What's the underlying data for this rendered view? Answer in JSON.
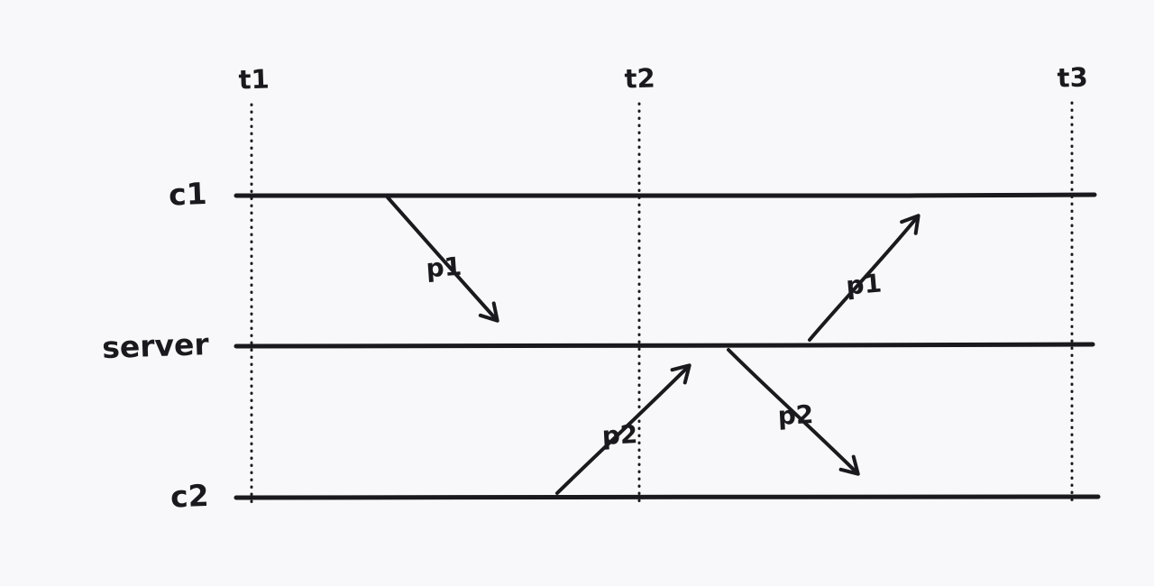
{
  "theme": {
    "background": "#f8f8fa",
    "ink": "#1a1a1e"
  },
  "diagram": {
    "time_markers": [
      {
        "label": "t1"
      },
      {
        "label": "t2"
      },
      {
        "label": "t3"
      }
    ],
    "timelines": [
      {
        "label": "c1"
      },
      {
        "label": "server"
      },
      {
        "label": "c2"
      }
    ],
    "messages": [
      {
        "label": "p1",
        "from": "c1",
        "to": "server"
      },
      {
        "label": "p2",
        "from": "c2",
        "to": "server"
      },
      {
        "label": "p2",
        "from": "server",
        "to": "c2"
      },
      {
        "label": "p1",
        "from": "server",
        "to": "c1"
      }
    ]
  }
}
